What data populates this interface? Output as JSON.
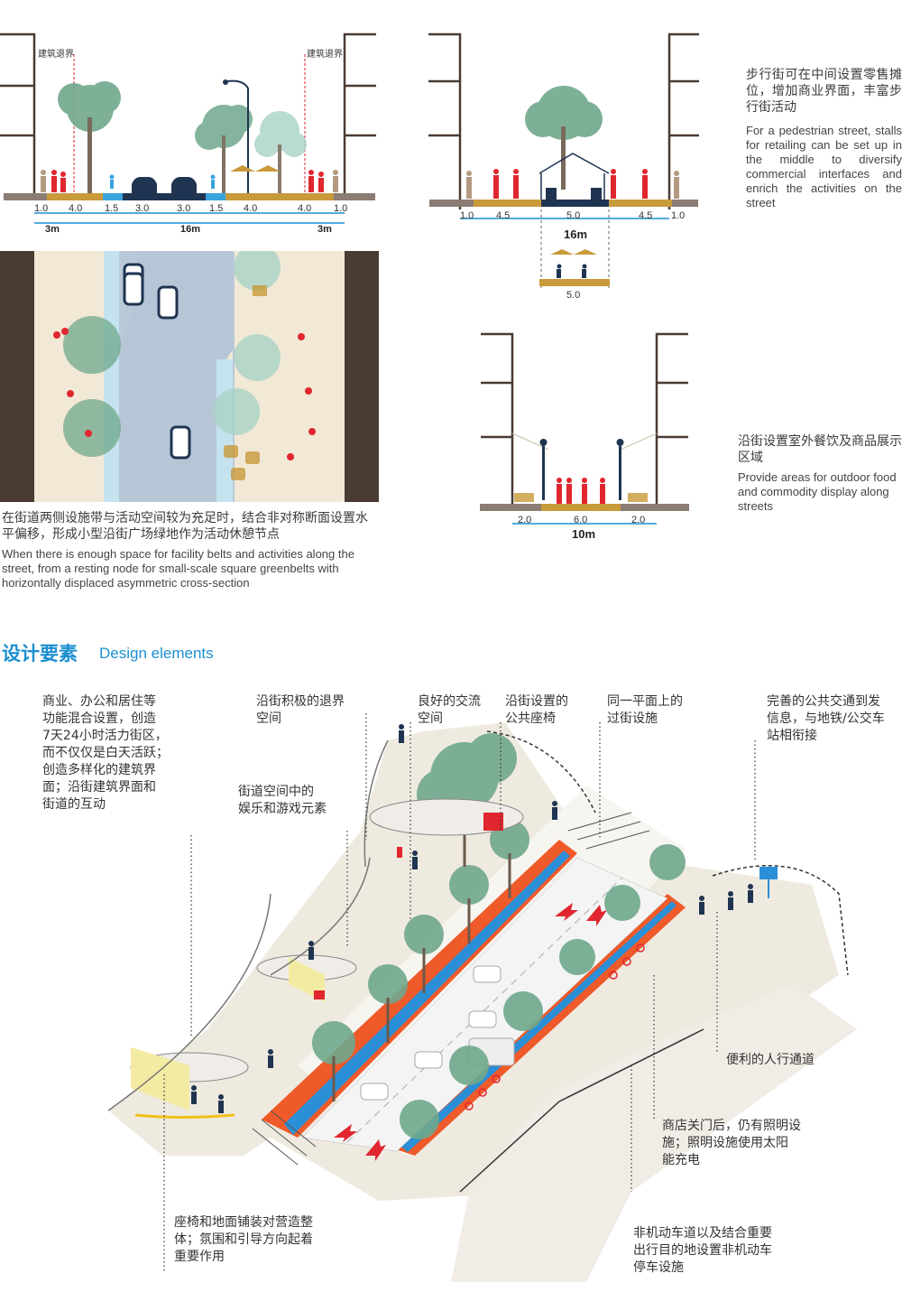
{
  "sections": {
    "top_left": {
      "setback_label": "建筑退界",
      "lanes": [
        "1.0",
        "4.0",
        "1.5",
        "3.0",
        "3.0",
        "1.5",
        "4.0",
        "4.0",
        "1.0"
      ],
      "totals": [
        "3m",
        "16m",
        "3m"
      ]
    },
    "top_right": {
      "lanes": [
        "1.0",
        "4.5",
        "5.0",
        "4.5",
        "1.0"
      ],
      "total": "16m",
      "stall_width": "5.0",
      "caption_cn": "步行街可在中间设置零售摊位，增加商业界面，丰富步行街活动",
      "caption_en": "For a pedestrian street, stalls for retailing can be set up in the middle to diversify commercial interfaces and enrich the activities on the street"
    },
    "middle_right": {
      "lanes": [
        "2.0",
        "6.0",
        "2.0"
      ],
      "total": "10m",
      "caption_cn": "沿街设置室外餐饮及商品展示区域",
      "caption_en": "Provide areas for outdoor food and commodity display along streets"
    },
    "plan": {
      "caption_cn": "在街道两侧设施带与活动空间较为充足时，结合非对称断面设置水平偏移，形成小型沿街广场绿地作为活动休憩节点",
      "caption_en": "When there is enough space for facility belts and activities along the street, from a resting node for small-scale square greenbelts with horizontally displaced asymmetric cross-section"
    }
  },
  "design": {
    "title_cn": "设计要素",
    "title_en": "Design elements",
    "callouts": [
      "商业、办公和居住等\n功能混合设置，创造\n7天24小时活力街区，\n而不仅仅是白天活跃；\n创造多样化的建筑界\n面；沿街建筑界面和\n街道的互动",
      "沿街积极的退界\n空间",
      "街道空间中的\n娱乐和游戏元素",
      "良好的交流\n空间",
      "沿街设置的\n公共座椅",
      "同一平面上的\n过街设施",
      "完善的公共交通到发\n信息，与地铁/公交车\n站相衔接",
      "便利的人行通道",
      "商店关门后，仍有照明设\n施；照明设施使用太阳\n能充电",
      "座椅和地面铺装对营造整\n体；氛围和引导方向起着\n重要作用",
      "非机动车道以及结合重要\n出行目的地设置非机动车\n停车设施"
    ]
  },
  "colors": {
    "accent_blue": "#1c8fd0",
    "bike_lane": "#3aa3de",
    "paving_gold": "#c89a3a",
    "pedestrian_red": "#e0262f",
    "tree_green": "#6fa88c",
    "bike_lane_orange": "#ef5a2a",
    "building_brown": "#4a3b32"
  }
}
